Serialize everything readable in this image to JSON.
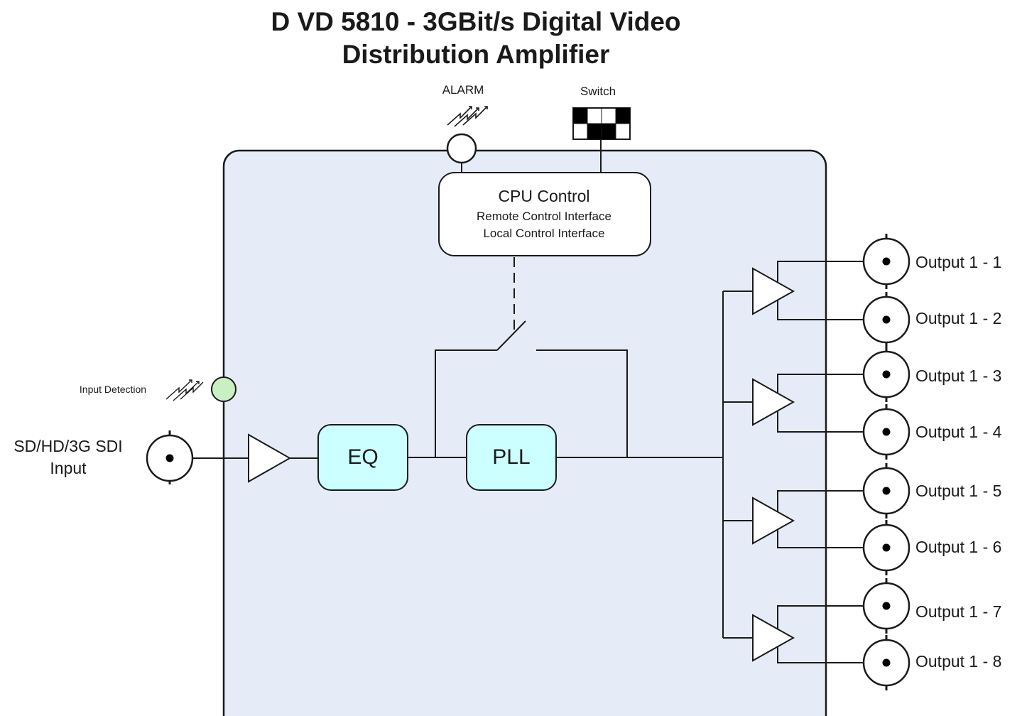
{
  "title": {
    "line1": "D VD 5810 - 3GBit/s Digital Video",
    "line2": "Distribution Amplifier"
  },
  "top": {
    "alarm_label": "ALARM",
    "switch_label": "Switch"
  },
  "cpu": {
    "title": "CPU Control",
    "line1": "Remote Control Interface",
    "line2": "Local Control Interface"
  },
  "input": {
    "detection_label": "Input Detection",
    "label_line1": "SD/HD/3G SDI",
    "label_line2": "Input"
  },
  "blocks": {
    "eq": "EQ",
    "pll": "PLL"
  },
  "outputs": [
    "Output 1 - 1",
    "Output 1 - 2",
    "Output 1 - 3",
    "Output 1 - 4",
    "Output 1 - 5",
    "Output 1 - 6",
    "Output 1 - 7",
    "Output 1 - 8"
  ],
  "colors": {
    "chassis_fill": "#e6ecf7",
    "block_fill": "#ccffff",
    "detection_led": "#c8f0c0",
    "line": "#1a1a1a"
  }
}
